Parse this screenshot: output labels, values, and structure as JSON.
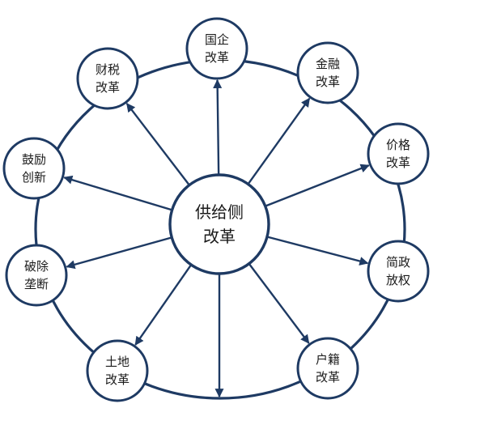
{
  "center": {
    "line1": "供给侧",
    "line2": "改革"
  },
  "nodes": [
    {
      "id": "guoqi",
      "line1": "国企",
      "line2": "改革"
    },
    {
      "id": "jinrong",
      "line1": "金融",
      "line2": "改革"
    },
    {
      "id": "jiage",
      "line1": "价格",
      "line2": "改革"
    },
    {
      "id": "jianzheng",
      "line1": "简政",
      "line2": "放权"
    },
    {
      "id": "huji",
      "line1": "户籍",
      "line2": "改革"
    },
    {
      "id": "tudi",
      "line1": "土地",
      "line2": "改革"
    },
    {
      "id": "pochu",
      "line1": "破除",
      "line2": "垄断"
    },
    {
      "id": "guli",
      "line1": "鼓励",
      "line2": "创新"
    },
    {
      "id": "caishui",
      "line1": "财税",
      "line2": "改革"
    }
  ],
  "colors": {
    "stroke": "#1e3a63",
    "fill": "#ffffff",
    "text": "#1a1a1a"
  }
}
